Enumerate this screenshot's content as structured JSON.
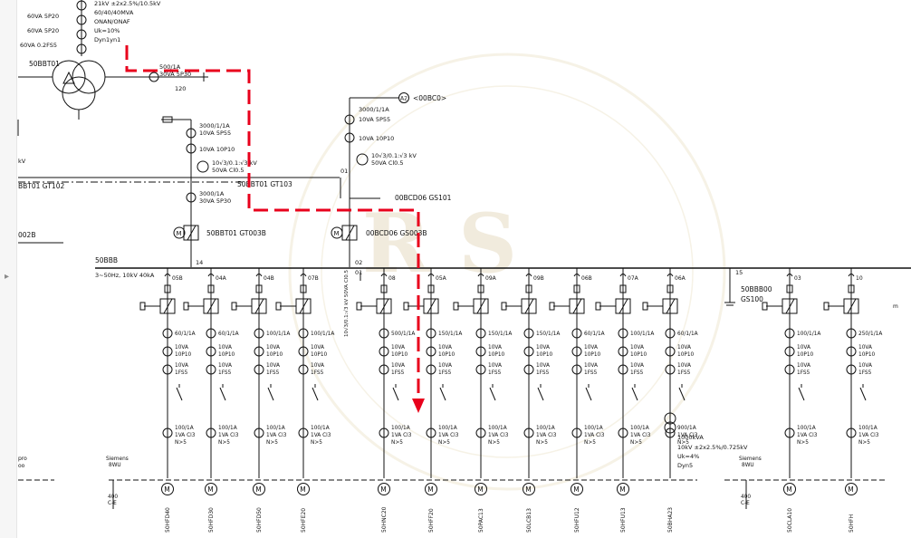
{
  "transformer": {
    "rating_lines": [
      "21kV ±2x2.5%/10.5kV",
      "60/40/40MVA",
      "ONAN/ONAF",
      "Uk=10%",
      "Dyn1yn1"
    ],
    "ct_left": [
      "60VA 5P20",
      "60VA 5P20",
      "60VA 0.2FS5"
    ],
    "id": "50BBT01",
    "ct_secondary": [
      "500/1A",
      "30VA 5P30"
    ],
    "relay": "120"
  },
  "incomer": {
    "ct": [
      "3000/1/1A",
      "10VA 5P55",
      "10VA 10P10"
    ],
    "vt": [
      "10√3/0.1:√3 kV",
      "50VA Cl0.5"
    ],
    "cable_ct": [
      "3000/1A",
      "30VA 5P30"
    ],
    "bus_left": "BBT01 GT102",
    "bus_right": "50BBT01 GT103",
    "breaker": "50BBT01 GT003B",
    "bus_left2": "002B",
    "left_kv": "kV",
    "terminal_14": "14"
  },
  "coupler": {
    "tag": "A2",
    "tag_label": "<00BC0>",
    "ct": [
      "3000/1/1A",
      "10VA 5P55",
      "10VA 10P10"
    ],
    "vt": [
      "10√3/0.1:√3 kV",
      "50VA Cl0.5"
    ],
    "num01": "01",
    "switch": "00BCD06 GS101",
    "breaker": "00BCD06 GS003B",
    "num02": "02",
    "num01b": "01",
    "vt_side": "10√3/0.1:√3 kV 50VA Cl0.5"
  },
  "busbar": {
    "name": "50BBB",
    "rating": "3~50Hz, 10kV 40kA"
  },
  "feeders": [
    {
      "no": "05B",
      "ct1": "60/1/1A",
      "f1": "10VA",
      "f2": "10P10",
      "f3": "10VA",
      "f4": "1FS5",
      "ct2": "100/1A",
      "ct2b": "1VA Cl3",
      "ns": "N>5",
      "motor": "M",
      "tag": "50HFD40"
    },
    {
      "no": "04A",
      "ct1": "60/1/1A",
      "f1": "10VA",
      "f2": "10P10",
      "f3": "10VA",
      "f4": "1FS5",
      "ct2": "100/1A",
      "ct2b": "1VA Cl3",
      "ns": "N>5",
      "motor": "M",
      "tag": "50HFD30"
    },
    {
      "no": "04B",
      "ct1": "100/1/1A",
      "f1": "10VA",
      "f2": "10P10",
      "f3": "10VA",
      "f4": "1FS5",
      "ct2": "100/1A",
      "ct2b": "1VA Cl3",
      "ns": "N>5",
      "motor": "M",
      "tag": "50HFD50"
    },
    {
      "no": "07B",
      "ct1": "100/1/1A",
      "f1": "10VA",
      "f2": "10P10",
      "f3": "10VA",
      "f4": "1FS5",
      "ct2": "100/1A",
      "ct2b": "1VA Cl3",
      "ns": "N>5",
      "motor": "M",
      "tag": "50HFE20"
    },
    {
      "no": "08",
      "ct1": "500/1/1A",
      "f1": "10VA",
      "f2": "10P10",
      "f3": "10VA",
      "f4": "1FS5",
      "ct2": "100/1A",
      "ct2b": "1VA Cl3",
      "ns": "N>5",
      "motor": "M",
      "tag": "50HNC20"
    },
    {
      "no": "05A",
      "ct1": "150/1/1A",
      "f1": "10VA",
      "f2": "10P10",
      "f3": "10VA",
      "f4": "1FS5",
      "ct2": "100/1A",
      "ct2b": "1VA Cl3",
      "ns": "N>5",
      "motor": "M",
      "tag": "50HFF20"
    },
    {
      "no": "09A",
      "ct1": "150/1/1A",
      "f1": "10VA",
      "f2": "10P10",
      "f3": "10VA",
      "f4": "1FS5",
      "ct2": "100/1A",
      "ct2b": "1VA Cl3",
      "ns": "N>5",
      "motor": "M",
      "tag": "50PAC13"
    },
    {
      "no": "09B",
      "ct1": "150/1/1A",
      "f1": "10VA",
      "f2": "10P10",
      "f3": "10VA",
      "f4": "1FS5",
      "ct2": "100/1A",
      "ct2b": "1VA Cl3",
      "ns": "N>5",
      "motor": "M",
      "tag": "50LCB13"
    },
    {
      "no": "06B",
      "ct1": "60/1/1A",
      "f1": "10VA",
      "f2": "10P10",
      "f3": "10VA",
      "f4": "1FS5",
      "ct2": "100/1A",
      "ct2b": "1VA Cl3",
      "ns": "N>5",
      "motor": "M",
      "tag": "50HFU12"
    },
    {
      "no": "07A",
      "ct1": "100/1/1A",
      "f1": "10VA",
      "f2": "10P10",
      "f3": "10VA",
      "f4": "1FS5",
      "ct2": "100/1A",
      "ct2b": "1VA Cl3",
      "ns": "N>5",
      "motor": "M",
      "tag": "50HFU13"
    },
    {
      "no": "06A",
      "ct1": "60/1/1A",
      "f1": "10VA",
      "f2": "10P10",
      "f3": "10VA",
      "f4": "1FS5",
      "ct2": "900/1A",
      "ct2b": "1VA Cl3",
      "ns": "N>5",
      "motor": "",
      "tag": "50BHA23"
    },
    {
      "no": "03",
      "ct1": "100/1/1A",
      "f1": "10VA",
      "f2": "10P10",
      "f3": "10VA",
      "f4": "1FS5",
      "ct2": "100/1A",
      "ct2b": "1VA Cl3",
      "ns": "N>5",
      "motor": "M",
      "tag": "50CLA10"
    },
    {
      "no": "10",
      "ct1": "250/1/1A",
      "f1": "10VA",
      "f2": "10P10",
      "f3": "10VA",
      "f4": "1FS5",
      "ct2": "100/1A",
      "ct2b": "1VA Cl3",
      "ns": "N>5",
      "motor": "M",
      "tag": "50HFH"
    }
  ],
  "aux_transformer": {
    "rating": "1000kVA",
    "ratio": "10kV ±2x2.5%/0.725kV",
    "uk": "Uk=4%",
    "vector": "Dyn5"
  },
  "busduct": {
    "no": "15",
    "id": "50BBB00",
    "sub": "GS100"
  },
  "earthing": [
    {
      "brand": "Siemens",
      "sub": "8WU",
      "tag": "400",
      "tag2": "C-E"
    },
    {
      "brand": "Siemens",
      "sub": "8WU",
      "tag": "400",
      "tag2": "C-E"
    }
  ],
  "left_partial": {
    "a": "pro",
    "b": "oo",
    "c": "m"
  },
  "colors": {
    "line": "#111111",
    "fault_path": "#e8001c",
    "watermark": "#d9c7a0"
  }
}
